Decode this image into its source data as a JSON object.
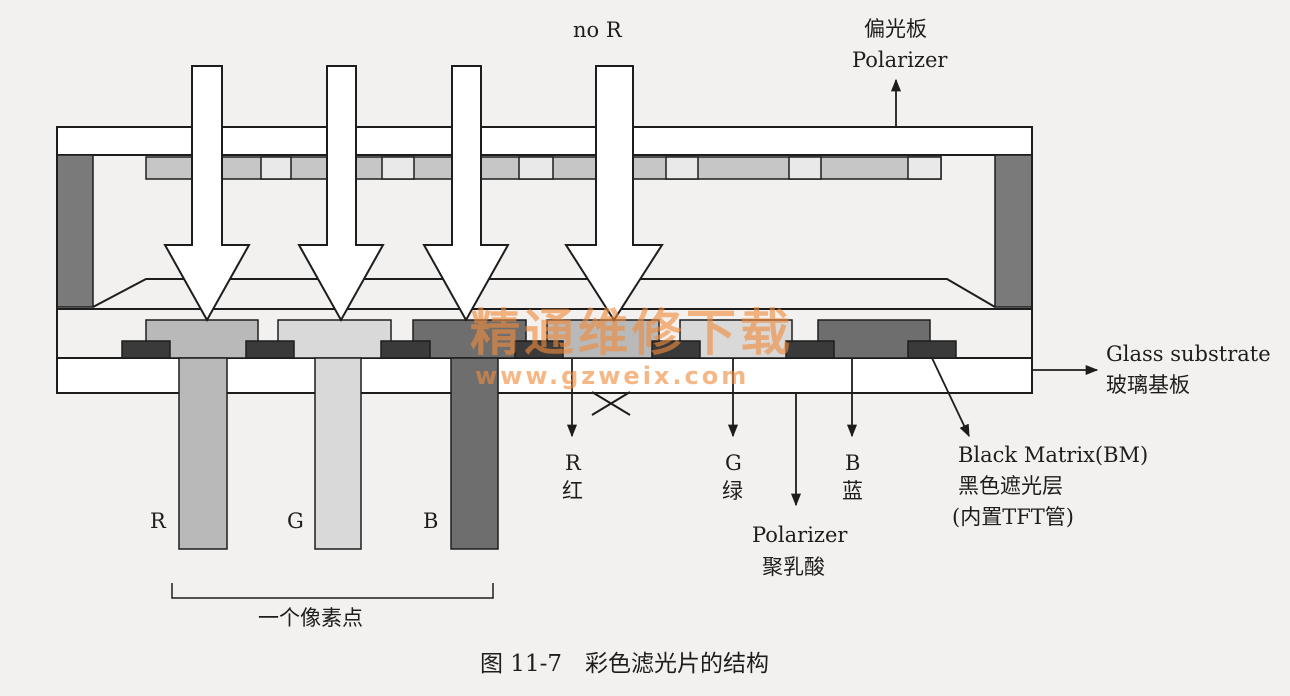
{
  "top": {
    "no_r": "no R",
    "polarizer_cn": "偏光板",
    "polarizer_en": "Polarizer"
  },
  "right": {
    "glass_en": "Glass substrate",
    "glass_cn": "玻璃基板",
    "bm_en": "Black Matrix(BM)",
    "bm_cn": "黑色遮光层",
    "bm_note": "(内置TFT管)"
  },
  "outputs": {
    "r_letter": "R",
    "r_cn": "红",
    "g_letter": "G",
    "g_cn": "绿",
    "b_letter": "B",
    "b_cn": "蓝"
  },
  "bottom": {
    "polarizer_en": "Polarizer",
    "polarizer_cn": "聚乳酸"
  },
  "bars": {
    "r": "R",
    "g": "G",
    "b": "B"
  },
  "pixel_label": "一个像素点",
  "caption": "图 11-7　彩色滤光片的结构",
  "watermark": {
    "cn": "精通维修下载",
    "url": "www.gzweix.com"
  },
  "colors": {
    "red_filter": "#b9b9b9",
    "green_filter": "#d9d9d9",
    "blue_filter": "#6e6e6e",
    "black_matrix": "#3a3a3a",
    "wall": "#7a7a7a",
    "outline": "#1d1d1d",
    "watermark": "#f08a3c"
  }
}
